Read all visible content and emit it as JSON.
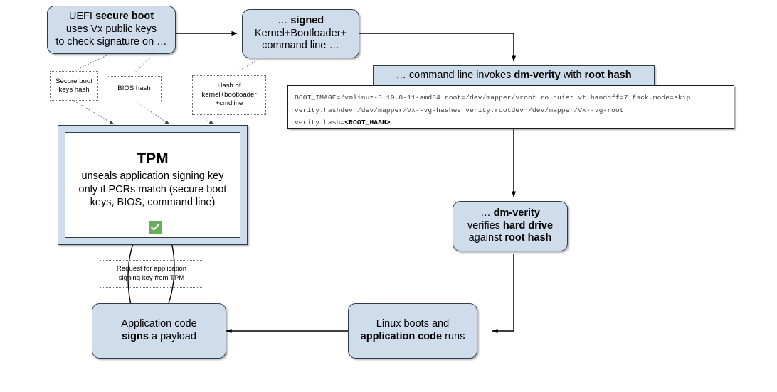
{
  "diagram": {
    "title": "Secure boot, dm-verity and TPM attestation flow",
    "accent_box_fill": "#cfdcec",
    "accent_box_stroke": "#2f3b47",
    "check_color": "#6aaf5e",
    "nodes": {
      "uefi": {
        "line1_pre": "UEFI ",
        "line1_bold": "secure boot",
        "line2": "uses Vx public keys",
        "line3": "to check signature on …"
      },
      "signed": {
        "line1_pre": "… ",
        "line1_bold": "signed",
        "line2": "Kernel+Bootloader+",
        "line3": "command line …"
      },
      "cmdline_banner": {
        "pre": "… command line invokes ",
        "bold1": "dm-verity",
        "mid": " with ",
        "bold2": "root hash"
      },
      "dmverity": {
        "line1_pre": "… ",
        "line1_bold": "dm-verity",
        "line2_pre": "verifies ",
        "line2_bold": "hard drive",
        "line3_pre": "against ",
        "line3_bold": "root hash"
      },
      "linux_boots": {
        "line1": "Linux boots and",
        "line2_bold": "application code",
        "line2_post": " runs"
      },
      "app_signs": {
        "line1": "Application code",
        "line2_bold": "signs",
        "line2_post": " a payload"
      },
      "tpm": {
        "title": "TPM",
        "line1": "unseals application signing key",
        "line2": "only if PCRs match (secure boot",
        "line3": "keys, BIOS, command line)",
        "check_icon": "check-icon"
      }
    },
    "notes": {
      "secure_boot_keys_hash": {
        "line1": "Secure boot",
        "line2": "keys hash"
      },
      "bios_hash": {
        "line1": "BIOS hash"
      },
      "kernel_hash": {
        "line1": "Hash of",
        "line2": "kernel+bootloader",
        "line3": "+cmdline"
      },
      "request_key": {
        "line1": "Request for application",
        "line2": "signing key from TPM"
      }
    },
    "code": {
      "line1": "BOOT_IMAGE=/vmlinuz-5.10.0-11-amd64 root=/dev/mapper/vroot ro quiet vt.handoff=7 fsck.mode=skip",
      "line2": "verity.hashdev=/dev/mapper/Vx--vg-hashes verity.rootdev=/dev/mapper/Vx--vg-root",
      "line3_pre": "verity.hash=",
      "line3_bold": "<ROOT_HASH>"
    }
  }
}
